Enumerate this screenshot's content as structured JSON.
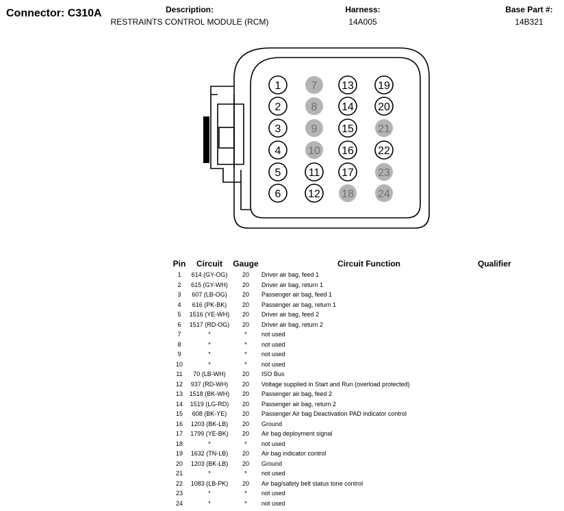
{
  "header": {
    "connector_title": "Connector: C310A",
    "description_label": "Description:",
    "description_value": "RESTRAINTS CONTROL MODULE (RCM)",
    "harness_label": "Harness:",
    "harness_value": "14A005",
    "base_part_label": "Base Part #:",
    "base_part_value": "14B321"
  },
  "colors": {
    "used_pin_fill": "#ffffff",
    "unused_pin_fill": "#b4b4b4",
    "unused_pin_text": "#6e6e6e",
    "outline": "#000000"
  },
  "connector": {
    "pin_grid_columns": [
      [
        "1",
        "2",
        "3",
        "4",
        "5",
        "6"
      ],
      [
        "7",
        "8",
        "9",
        "10",
        "11",
        "12"
      ],
      [
        "13",
        "14",
        "15",
        "16",
        "17",
        "18"
      ],
      [
        "19",
        "20",
        "21",
        "22",
        "23",
        "24"
      ]
    ],
    "unused_pins": [
      "7",
      "8",
      "9",
      "10",
      "18",
      "21",
      "23",
      "24"
    ]
  },
  "table": {
    "headers": {
      "pin": "Pin",
      "circuit": "Circuit",
      "gauge": "Gauge",
      "function": "Circuit Function",
      "qualifier": "Qualifier"
    },
    "rows": [
      {
        "pin": "1",
        "circuit": "614 (GY-OG)",
        "gauge": "20",
        "function": "Driver air bag, feed 1",
        "qualifier": ""
      },
      {
        "pin": "2",
        "circuit": "615 (GY-WH)",
        "gauge": "20",
        "function": "Driver air bag, return 1",
        "qualifier": ""
      },
      {
        "pin": "3",
        "circuit": "607 (LB-OG)",
        "gauge": "20",
        "function": "Passenger air bag, feed 1",
        "qualifier": ""
      },
      {
        "pin": "4",
        "circuit": "616 (PK-BK)",
        "gauge": "20",
        "function": "Passenger air bag, return 1",
        "qualifier": ""
      },
      {
        "pin": "5",
        "circuit": "1516 (YE-WH)",
        "gauge": "20",
        "function": "Driver air bag, feed 2",
        "qualifier": ""
      },
      {
        "pin": "6",
        "circuit": "1517 (RD-OG)",
        "gauge": "20",
        "function": "Driver air bag, return 2",
        "qualifier": ""
      },
      {
        "pin": "7",
        "circuit": "*",
        "gauge": "*",
        "function": "not used",
        "qualifier": ""
      },
      {
        "pin": "8",
        "circuit": "*",
        "gauge": "*",
        "function": "not used",
        "qualifier": ""
      },
      {
        "pin": "9",
        "circuit": "*",
        "gauge": "*",
        "function": "not used",
        "qualifier": ""
      },
      {
        "pin": "10",
        "circuit": "*",
        "gauge": "*",
        "function": "not used",
        "qualifier": ""
      },
      {
        "pin": "11",
        "circuit": "70 (LB-WH)",
        "gauge": "20",
        "function": "ISO Bus",
        "qualifier": ""
      },
      {
        "pin": "12",
        "circuit": "937 (RD-WH)",
        "gauge": "20",
        "function": "Voltage supplied in Start and Run (overload protected)",
        "qualifier": ""
      },
      {
        "pin": "13",
        "circuit": "1518 (BK-WH)",
        "gauge": "20",
        "function": "Passenger air bag, feed 2",
        "qualifier": ""
      },
      {
        "pin": "14",
        "circuit": "1519 (LG-RD)",
        "gauge": "20",
        "function": "Passenger air bag, return 2",
        "qualifier": ""
      },
      {
        "pin": "15",
        "circuit": "608 (BK-YE)",
        "gauge": "20",
        "function": "Passenger Air bag Deactivation PAD indicator control",
        "qualifier": ""
      },
      {
        "pin": "16",
        "circuit": "1203 (BK-LB)",
        "gauge": "20",
        "function": "Ground",
        "qualifier": ""
      },
      {
        "pin": "17",
        "circuit": "1799 (YE-BK)",
        "gauge": "20",
        "function": "Air bag deployment signal",
        "qualifier": ""
      },
      {
        "pin": "18",
        "circuit": "*",
        "gauge": "*",
        "function": "not used",
        "qualifier": ""
      },
      {
        "pin": "19",
        "circuit": "1632 (TN-LB)",
        "gauge": "20",
        "function": "Air bag indicator control",
        "qualifier": ""
      },
      {
        "pin": "20",
        "circuit": "1203 (BK-LB)",
        "gauge": "20",
        "function": "Ground",
        "qualifier": ""
      },
      {
        "pin": "21",
        "circuit": "*",
        "gauge": "*",
        "function": "not used",
        "qualifier": ""
      },
      {
        "pin": "22",
        "circuit": "1083 (LB-PK)",
        "gauge": "20",
        "function": "Air bag/safety belt status tone control",
        "qualifier": ""
      },
      {
        "pin": "23",
        "circuit": "*",
        "gauge": "*",
        "function": "not used",
        "qualifier": ""
      },
      {
        "pin": "24",
        "circuit": "*",
        "gauge": "*",
        "function": "not used",
        "qualifier": ""
      }
    ]
  }
}
